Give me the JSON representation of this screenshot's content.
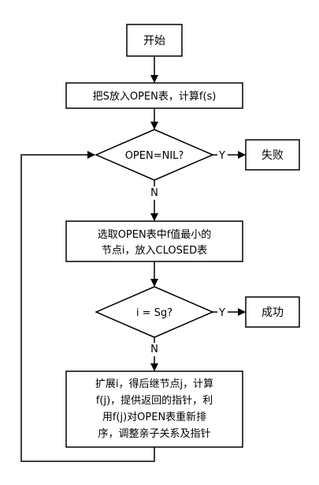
{
  "flowchart": {
    "start": "开始",
    "init": "把S放入OPEN表，计算f(s)",
    "decision1": "OPEN=NIL?",
    "fail": "失败",
    "select_lines": [
      "选取OPEN表中f值最小的",
      "节点i，放入CLOSED表"
    ],
    "decision2": "i = Sg?",
    "success": "成功",
    "expand_lines": [
      "扩展i，得后继节点j，计算",
      "f(j)，提供返回的指针，利",
      "用f(j)对OPEN表重新排",
      "序，调整亲子关系及指针"
    ],
    "yes_label": "Y",
    "no_label": "N"
  }
}
